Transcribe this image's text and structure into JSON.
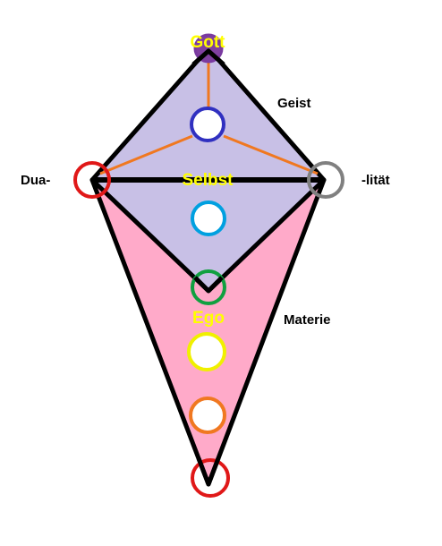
{
  "labels": {
    "top": "Gott",
    "upper_right": "Geist",
    "left": "Dua-",
    "right": "-lität",
    "center": "Selbst",
    "lower_center": "Ego",
    "lower_right": "Materie"
  },
  "colors": {
    "upper_fill": "#c8c0e6",
    "lower_fill": "#ffaac9",
    "outline": "#000000",
    "connectors": "#f07820",
    "label_yellow": "#ffff00",
    "circle_top": "#8040a0",
    "circle_indigo": "#3030c0",
    "circle_left": "#e01818",
    "circle_right": "#808080",
    "circle_cyan": "#00a0e0",
    "circle_green": "#10a040",
    "circle_yellow": "#f0f000",
    "circle_orange": "#f07820",
    "circle_bottom": "#e01818"
  }
}
